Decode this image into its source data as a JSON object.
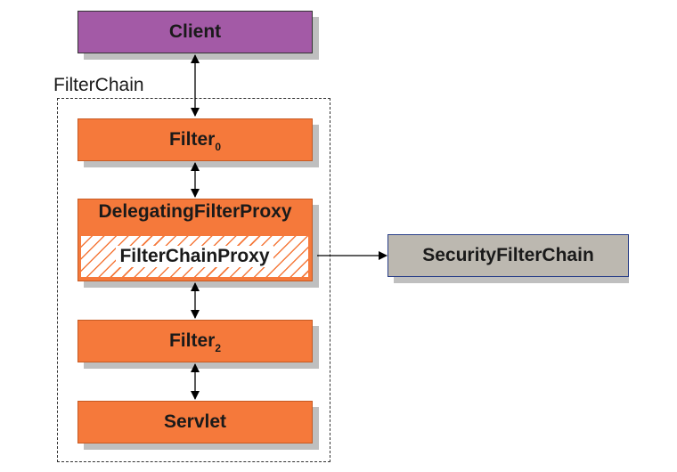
{
  "container": {
    "label": "FilterChain"
  },
  "nodes": {
    "client": {
      "label": "Client"
    },
    "filter0": {
      "label": "Filter",
      "subscript": "0"
    },
    "delegating_proxy": {
      "label": "DelegatingFilterProxy"
    },
    "filter_chain_proxy": {
      "label": "FilterChainProxy"
    },
    "filter2": {
      "label": "Filter",
      "subscript": "2"
    },
    "servlet": {
      "label": "Servlet"
    },
    "security_filter_chain": {
      "label": "SecurityFilterChain"
    }
  },
  "colors": {
    "filter_fill": "#f5793b",
    "client_fill": "#a35aa6",
    "security_fill": "#bcb8b0",
    "shadow": "#bfbfbf"
  }
}
